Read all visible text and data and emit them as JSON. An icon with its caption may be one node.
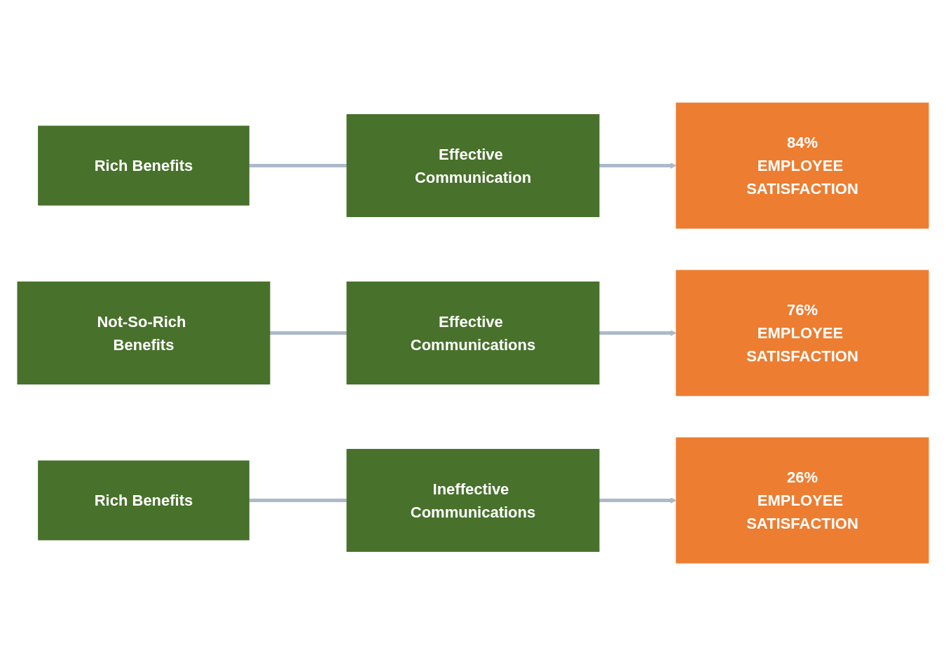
{
  "diagram": {
    "nodes": [
      {
        "text": [
          "Rich Benefits"
        ]
      },
      {
        "text": [
          "Effective Communication"
        ]
      },
      {
        "text": [
          "84%",
          "EMPLOYEE SATISFACTION"
        ]
      },
      {
        "text": [
          "Not-So-Rich Benefits"
        ]
      },
      {
        "text": [
          "Effective Communications"
        ]
      },
      {
        "text": [
          "76%",
          "EMPLOYEE SATISFACTION"
        ]
      },
      {
        "text": [
          "Rich Benefits"
        ]
      },
      {
        "text": [
          "Ineffective Communications"
        ]
      },
      {
        "text": [
          "26%",
          "EMPLOYEE SATISFACTION"
        ]
      }
    ],
    "edges": [
      {
        "from": 0,
        "to": 1,
        "arrow": "none"
      },
      {
        "from": 1,
        "to": 2,
        "arrow": "to"
      },
      {
        "from": 3,
        "to": 4,
        "arrow": "none"
      },
      {
        "from": 4,
        "to": 5,
        "arrow": "to"
      },
      {
        "from": 6,
        "to": 7,
        "arrow": "none"
      },
      {
        "from": 7,
        "to": 8,
        "arrow": "to"
      }
    ]
  }
}
